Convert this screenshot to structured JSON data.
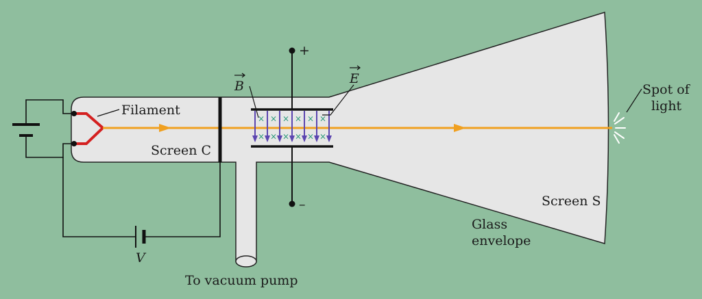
{
  "labels": {
    "filament": "Filament",
    "screen_c": "Screen C",
    "b_field": "B",
    "e_field": "E",
    "plus": "+",
    "minus": "–",
    "spot_line1": "Spot of",
    "spot_line2": "light",
    "screen_s": "Screen S",
    "glass_line1": "Glass",
    "glass_line2": "envelope",
    "voltage": "V",
    "vacuum": "To vacuum pump"
  },
  "colors": {
    "background": "#8fbe9e",
    "tube": "#e6e6e6",
    "beam": "#f0a020",
    "filament": "#d42020",
    "field": "#5b45b0",
    "cross": "#2a9a7a",
    "wire": "#111111"
  }
}
